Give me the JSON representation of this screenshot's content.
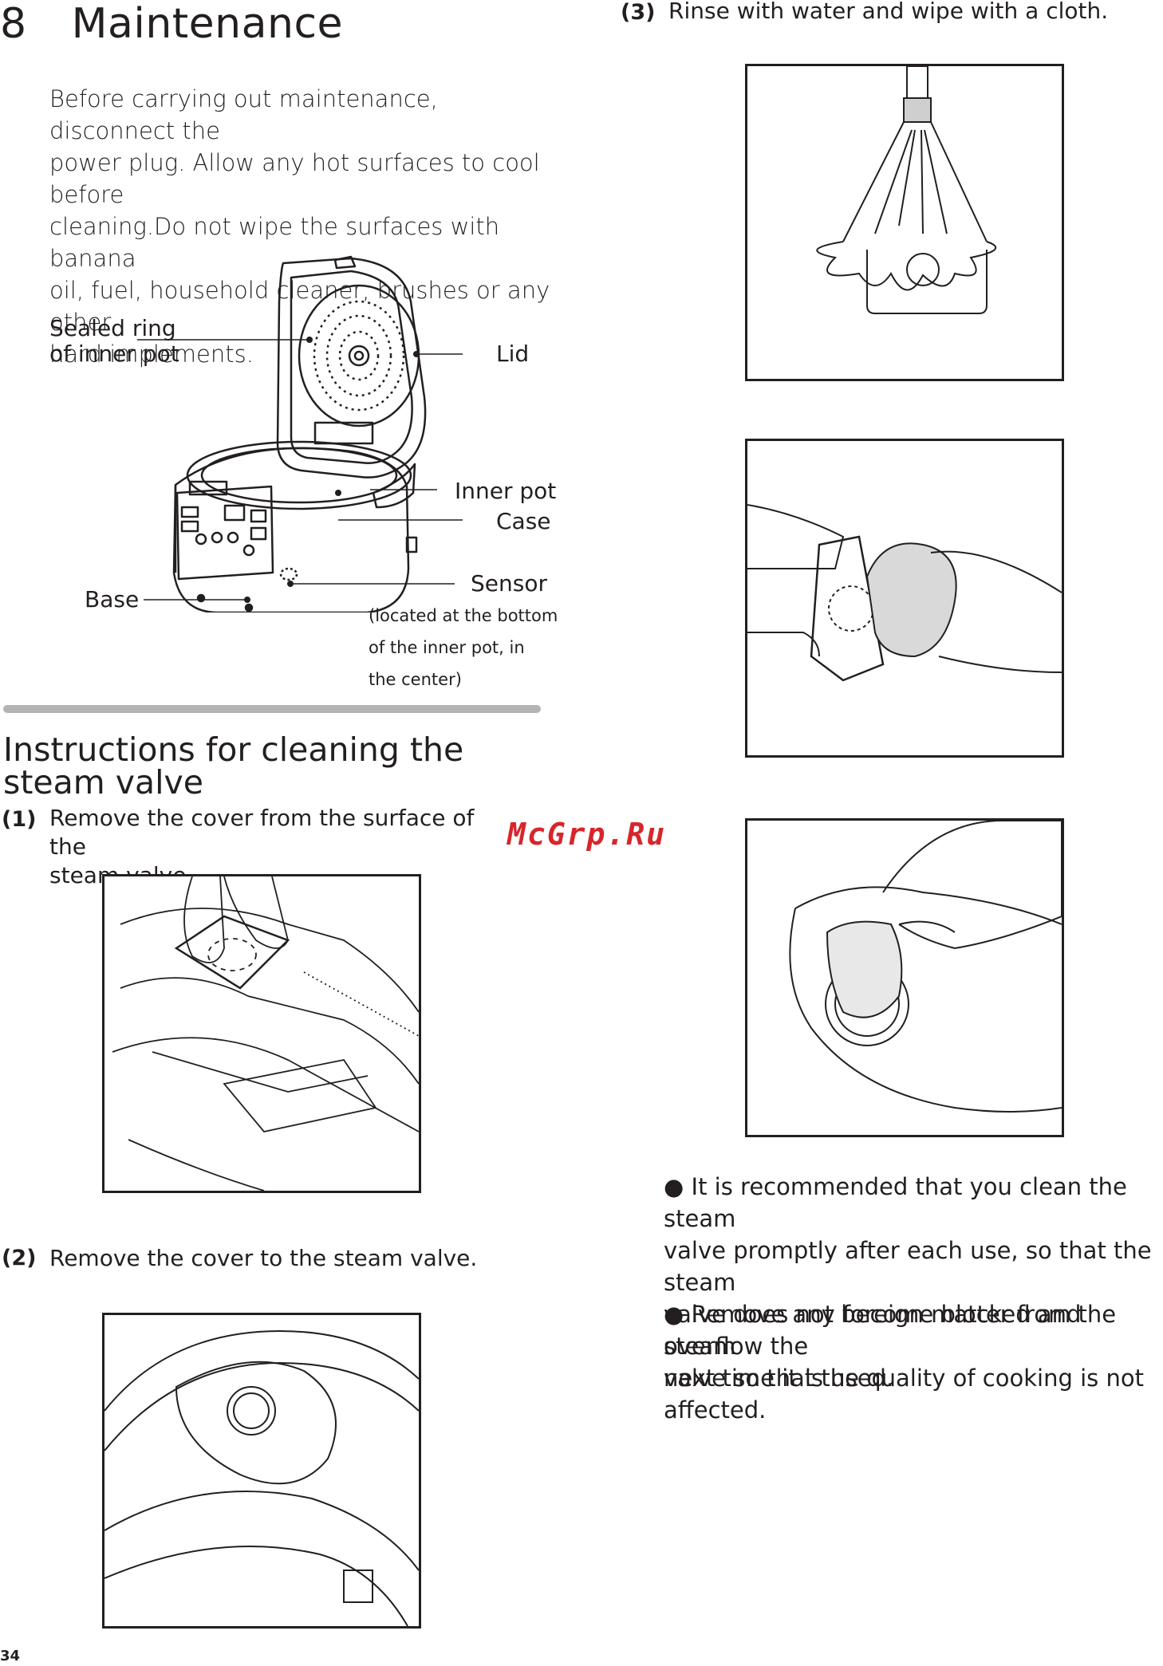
{
  "section": {
    "number": "8",
    "title": "Maintenance"
  },
  "intro": [
    "Before carrying out maintenance, disconnect the",
    "power plug. Allow any hot surfaces to cool before",
    "cleaning.Do not wipe the surfaces with banana",
    "oil, fuel, household cleaner, brushes or any other",
    "hard implements."
  ],
  "diagram": {
    "sealed_ring": [
      "Sealed ring",
      "of inner pot"
    ],
    "lid": "Lid",
    "inner_pot": "Inner pot",
    "case": "Case",
    "sensor": "Sensor",
    "sensor_note": [
      "(located at the bottom",
      "of the inner pot, in",
      "the center)"
    ],
    "base": "Base"
  },
  "subsection": {
    "title_line1": "Instructions for cleaning the",
    "title_line2": "steam valve"
  },
  "steps": [
    {
      "num": "(1)",
      "lines": [
        "Remove the cover from the surface of the",
        "steam valve."
      ]
    },
    {
      "num": "(2)",
      "lines": [
        "Remove the cover to the steam valve."
      ]
    },
    {
      "num": "(3)",
      "lines": [
        "Rinse with water and wipe with a cloth."
      ]
    }
  ],
  "notes": [
    {
      "lines": [
        "● It is recommended that you clean the steam",
        "valve promptly after each use, so that the steam",
        "valve does not become blocked and overflow the",
        "next time it is used."
      ]
    },
    {
      "lines": [
        "● Remove any foreign matter from the steam",
        "valve so that the quality of cooking is not affected."
      ]
    }
  ],
  "watermark": "McGrp.Ru",
  "page_number": "34",
  "colors": {
    "text": "#231f20",
    "divider": "#b3b3b3",
    "watermark": "#d7262b"
  }
}
